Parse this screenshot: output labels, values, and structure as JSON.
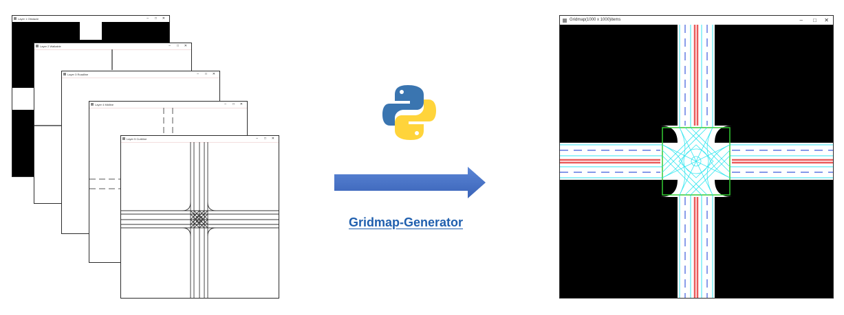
{
  "layers": [
    {
      "title": "Layer 1 Obstacle"
    },
    {
      "title": "Layer 2 Walkable"
    },
    {
      "title": "Layer 3 Roadline"
    },
    {
      "title": "Layer 4 Midline"
    },
    {
      "title": "Layer 5 Curbline"
    }
  ],
  "output_window": {
    "title": "Gridmap(1000 x 1000)items"
  },
  "window_controls": {
    "minimize": "–",
    "maximize": "□",
    "close": "✕"
  },
  "label": "Gridmap-Generator",
  "icons": {
    "arrow": "arrow-right-icon",
    "python": "python-logo-icon"
  },
  "colors": {
    "arrow": "#4472c4",
    "label": "#1f5fae",
    "python_blue": "#3a75b0",
    "python_yellow": "#ffd43b",
    "road_cyan": "#33e6f0",
    "road_red": "#ea5b5b",
    "road_blue": "#3b5bdb",
    "road_green": "#33cc33"
  }
}
